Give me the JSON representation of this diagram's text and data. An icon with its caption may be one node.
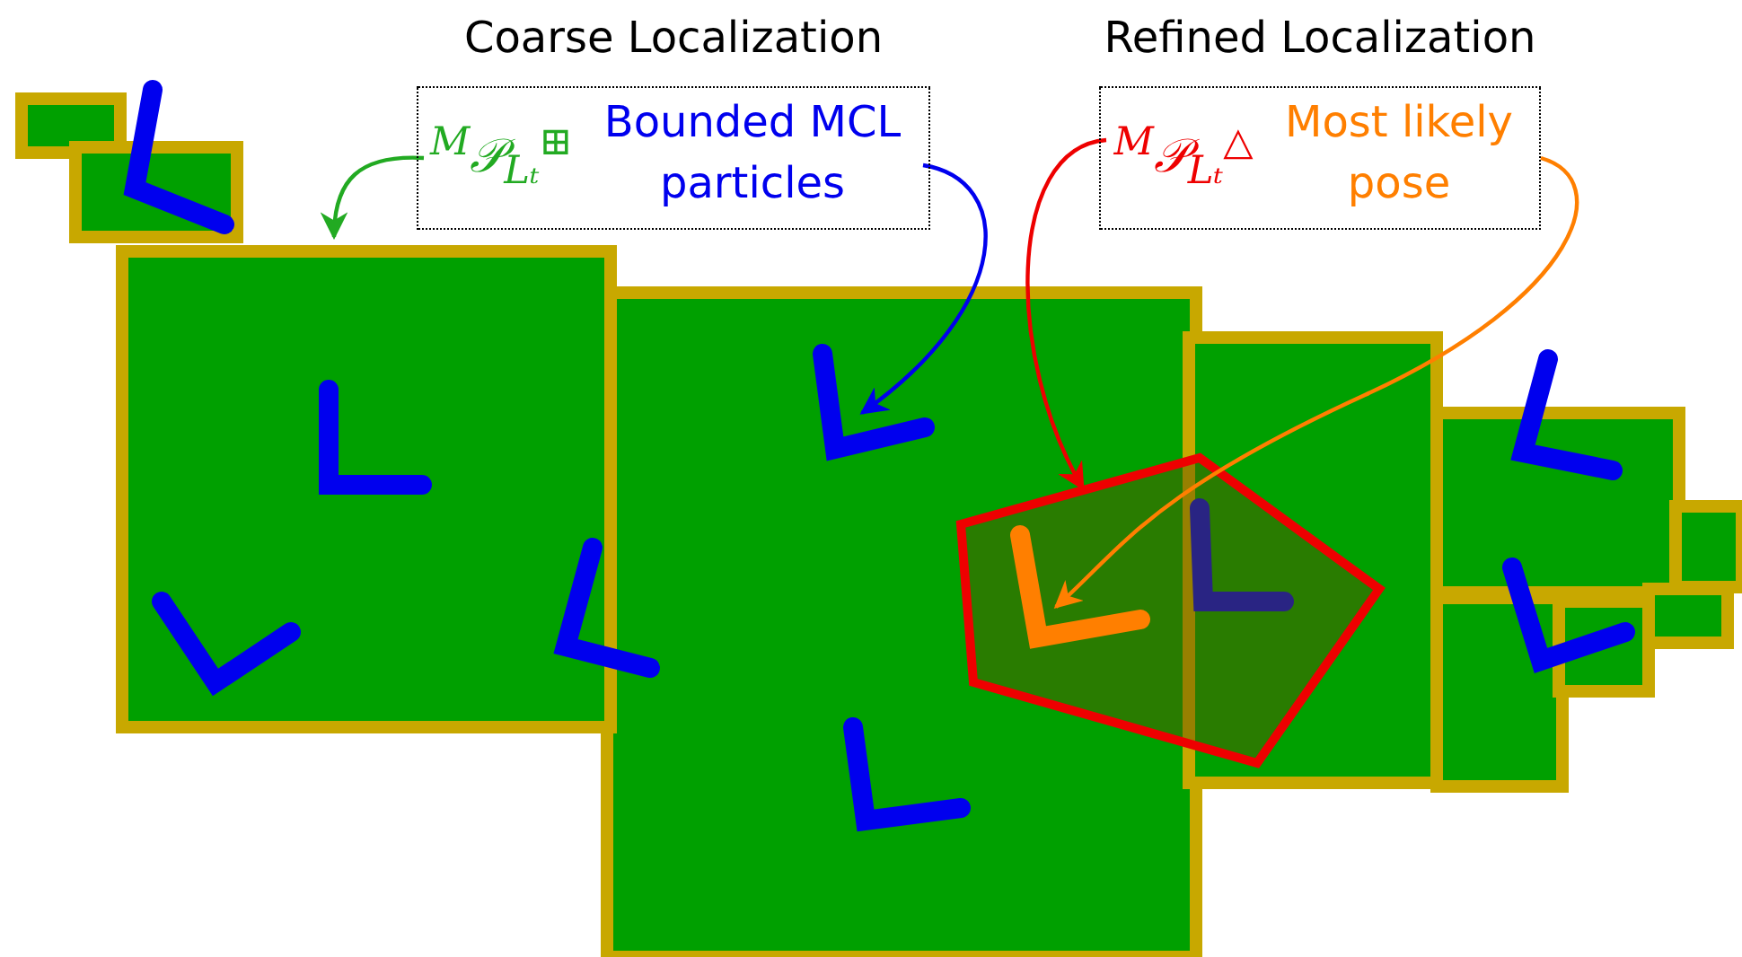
{
  "diagram": {
    "nodes": [
      {
        "text": [
          "Coarse Localization"
        ]
      },
      {
        "text": [
          "$^{M}$𝒫$_{Lₜ}$$^{⊞}$"
        ],
        "in": 0
      },
      {
        "text": [
          "Bounded MCL particles"
        ],
        "in": 0
      },
      {
        "text": [
          "Refined Localization"
        ]
      },
      {
        "text": [
          "$^{M}$𝒫$_{Lₜ}$$^{△}$"
        ],
        "in": 3
      },
      {
        "text": [
          "Most likely pose"
        ],
        "in": 3
      },
      {
        "text": [],
        "shape": "box"
      },
      {
        "text": [],
        "shape": "chevron"
      },
      {
        "text": [],
        "shape": "pentagon"
      },
      {
        "text": [],
        "shape": "chevron",
        "in": 8
      }
    ],
    "edges": [
      {
        "from": 1,
        "to": 6,
        "arrow": "to",
        "color": "#22aa22"
      },
      {
        "from": 2,
        "to": 7,
        "arrow": "to",
        "color": "#0000ee"
      },
      {
        "from": 4,
        "to": 8,
        "arrow": "to",
        "color": "#ee0000"
      },
      {
        "from": 5,
        "to": 9,
        "arrow": "to",
        "color": "#ff7f00"
      }
    ]
  }
}
